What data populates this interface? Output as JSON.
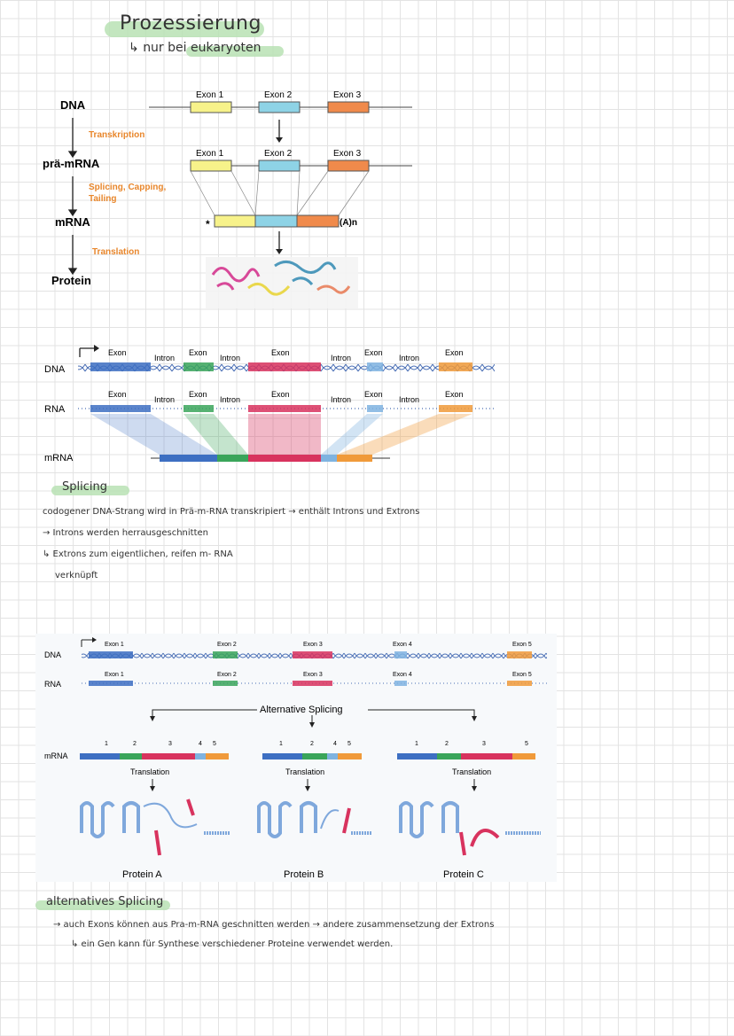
{
  "title": "Prozessierung",
  "subtitle": "nur bei eukaryoten",
  "fig1": {
    "levels": [
      "DNA",
      "prä-mRNA",
      "mRNA",
      "Protein"
    ],
    "steps": [
      "Transkription",
      "Splicing, Capping,",
      "Tailing",
      "Translation"
    ],
    "exons": [
      "Exon 1",
      "Exon 2",
      "Exon 3"
    ],
    "cap": "*",
    "tail": "(A)n"
  },
  "fig2": {
    "rows": [
      "DNA",
      "RNA",
      "mRNA"
    ],
    "exon": "Exon",
    "intron": "Intron"
  },
  "splicing": {
    "heading": "Splicing",
    "line1": "codogener DNA-Strang wird in Prä-m-RNA   transkripiert → enthält Introns und Extrons",
    "line2": "→ Introns  werden  herrausgeschnitten",
    "line3": "↳ Extrons zum eigentlichen, reifen m- RNA",
    "line4": "verknüpft"
  },
  "fig3": {
    "rows": [
      "DNA",
      "RNA",
      "mRNA"
    ],
    "exons": [
      "Exon 1",
      "Exon 2",
      "Exon 3",
      "Exon 4",
      "Exon 5"
    ],
    "alt_label": "Alternative Splicing",
    "translation": "Translation",
    "numbersA": [
      "1",
      "2",
      "3",
      "4",
      "5"
    ],
    "numbersB": [
      "1",
      "2",
      "4",
      "5"
    ],
    "numbersC": [
      "1",
      "2",
      "3",
      "5"
    ],
    "proteins": [
      "Protein A",
      "Protein B",
      "Protein C"
    ]
  },
  "alternatives": {
    "heading": "alternatives Splicing",
    "line1": "→ auch Exons können aus Pra-m-RNA geschnitten werden  → andere zusammensetzung der Extrons",
    "line2": "↳ ein Gen kann für Synthese verschiedener Proteine verwendet werden."
  },
  "colors": {
    "exon1": "#f7f28a",
    "exon2": "#8ed3e6",
    "exon3": "#f08a4b",
    "blue": "#3d6fc2",
    "green": "#3aa55a",
    "red": "#d8335e",
    "highlight": "#b9e2b4"
  }
}
